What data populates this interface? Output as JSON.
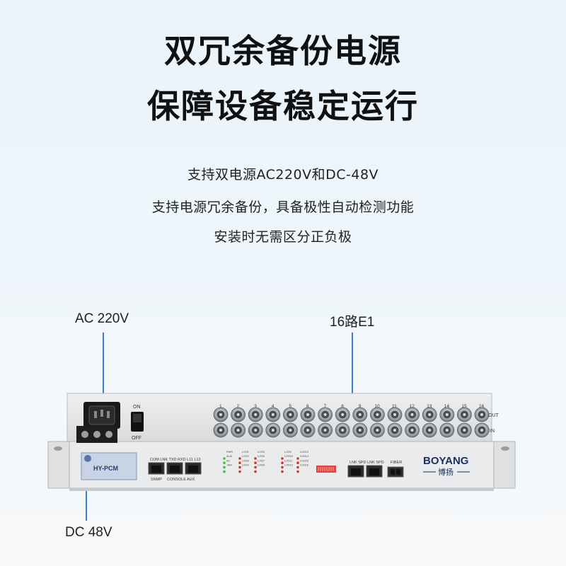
{
  "headline": {
    "line1": "双冗余备份电源",
    "line2": "保障设备稳定运行"
  },
  "features": [
    "支持双电源AC220V和DC-48V",
    "支持电源冗余备份，具备极性自动检测功能",
    "安装时无需区分正负极"
  ],
  "callouts": {
    "ac": "AC 220V",
    "e1": "16路E1",
    "dc": "DC 48V"
  },
  "device": {
    "switch_on": "ON",
    "switch_off": "OFF",
    "bnc_numbers": [
      "1",
      "2",
      "3",
      "4",
      "5",
      "6",
      "7",
      "8",
      "9",
      "10",
      "11",
      "12",
      "13",
      "14",
      "15",
      "16"
    ],
    "row_out": "OUT",
    "row_in": "IN",
    "rj45_labels_left": "COM LNK TXD RXD L11 L12",
    "port_snmp": "SNMP",
    "port_console": "CONSOLE",
    "port_aux": "AUX",
    "rj45_labels_right": "LNK SPD LNK SPD",
    "fiber_label": "FIBER",
    "brand_en": "BOYANG",
    "brand_cn": "博扬",
    "label_model": "HY-PCM",
    "led_group1": [
      "PWR",
      "ALM",
      "AC",
      "-48V"
    ],
    "led_group2": [
      "LOS1",
      "LOS2",
      "LOS3",
      "LOS4"
    ],
    "led_group3": [
      "LOS5",
      "LOS6",
      "LOS7",
      "LOS8"
    ],
    "led_group4": [
      "LOS9",
      "LOS10",
      "LOS11",
      "LOS12"
    ],
    "led_group5": [
      "LOS13",
      "LOS14",
      "LOS15",
      "LOS16"
    ]
  },
  "colors": {
    "accent_line": "#3a7fd6",
    "panel": "#e4e5e6",
    "bnc_metal": "#b8bcc0",
    "led_green": "#39c23d",
    "led_red": "#d8342c"
  }
}
